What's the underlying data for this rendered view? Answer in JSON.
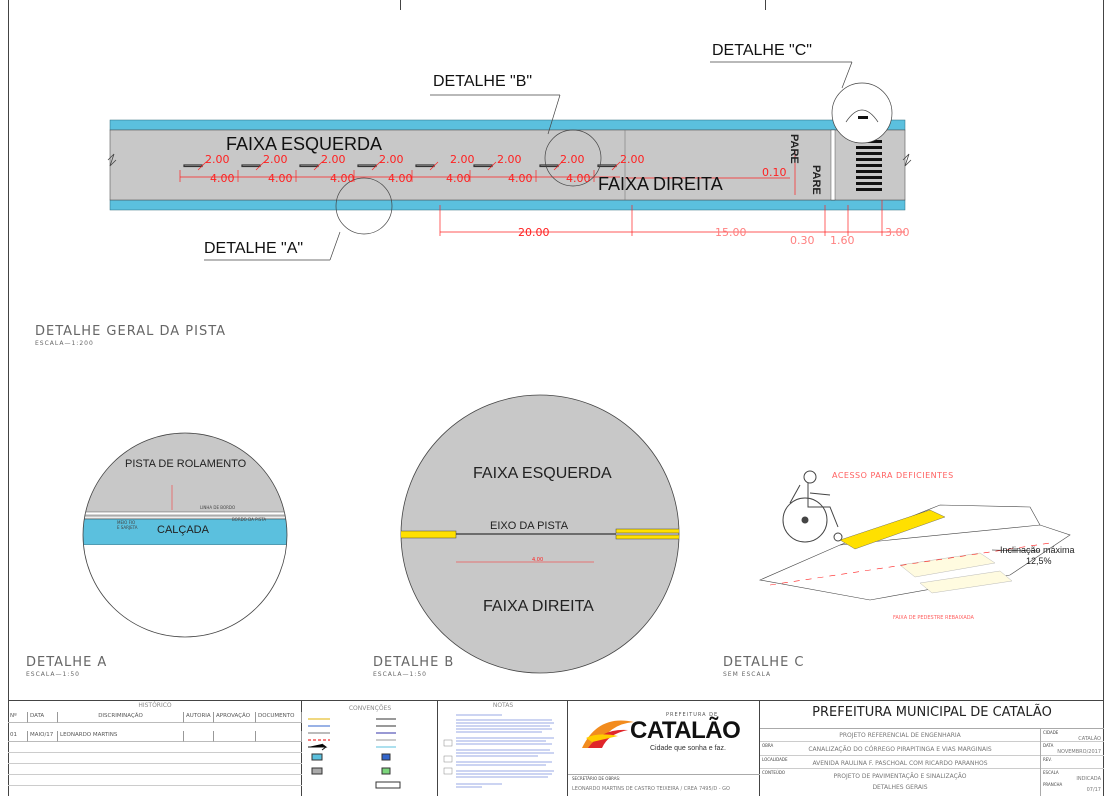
{
  "overview": {
    "faixa_esquerda": "FAIXA ESQUERDA",
    "faixa_direita": "FAIXA DIREITA",
    "pare": "PARE",
    "detalhe_a_callout": "DETALHE \"A\"",
    "detalhe_b_callout": "DETALHE \"B\"",
    "detalhe_c_callout": "DETALHE \"C\"",
    "dim_2": "2.00",
    "dim_4": "4.00",
    "dim_010": "0.10",
    "dim_20": "20.00",
    "dim_15": "15.00",
    "dim_030": "0.30",
    "dim_160": "1.60",
    "dim_300": "3.00",
    "title": "DETALHE GERAL DA PISTA",
    "scale": "ESCALA—1:200"
  },
  "detail_a": {
    "pista": "PISTA DE ROLAMENTO",
    "calcada": "CALÇADA",
    "linha_bordo": "LINHA DE BORDO",
    "bordo_pista": "BORDO DA PISTA",
    "meio_fio": "MEIO FIO\nE SARJETA",
    "title": "DETALHE A",
    "scale": "ESCALA—1:50"
  },
  "detail_b": {
    "faixa_esquerda": "FAIXA ESQUERDA",
    "eixo": "EIXO DA PISTA",
    "faixa_direita": "FAIXA DIREITA",
    "dim": "4.00",
    "title": "DETALHE B",
    "scale": "ESCALA—1:50"
  },
  "detail_c": {
    "acesso": "ACESSO PARA DEFICIENTES",
    "inclinacao": "Inclinação máxima",
    "inclinacao_val": "12,5%",
    "faixa_pedestre": "FAIXA DE PEDESTRE REBAIXADA",
    "title": "DETALHE C",
    "scale": "SEM ESCALA"
  },
  "titleblock": {
    "historico": "HISTÓRICO",
    "cols": [
      "Nº",
      "DATA",
      "DISCRIMINAÇÃO",
      "AUTORIA",
      "APROVAÇÃO",
      "DOCUMENTO"
    ],
    "row1": [
      "01",
      "MAIO/17",
      "LEONARDO MARTINS",
      "",
      "",
      ""
    ],
    "convencoes": "CONVENÇÕES",
    "notas": "NOTAS",
    "logo_small": "PREFEITURA DE",
    "logo_big": "CATALÃO",
    "slogan": "Cidade que sonha e faz.",
    "responsavel_label": "SECRETÁRIO DE OBRAS:",
    "responsavel": "LEONARDO MARTINS DE CASTRO TEIXEIRA / CREA 7495/D - GO",
    "prefeitura": "PREFEITURA MUNICIPAL DE CATALÃO",
    "projeto_ref": "PROJETO REFERENCIAL DE ENGENHARIA",
    "obra": "CANALIZAÇÃO DO CÓRREGO PIRAPITINGA E VIAS MARGINAIS",
    "localidade": "AVENIDA RAULINA F. PASCHOAL COM RICARDO PARANHOS",
    "conteudo": "PROJETO DE PAVIMENTAÇÃO E SINALIZAÇÃO",
    "detalhes": "DETALHES GERAIS",
    "cidade": "CATALÃO",
    "data": "NOVEMBRO/2017",
    "escala": "INDICADA",
    "prancha": "07/17",
    "lbl_obra": "OBRA",
    "lbl_localidade": "LOCALIDADE",
    "lbl_conteudo": "CONTEÚDO",
    "lbl_cidade": "CIDADE",
    "lbl_data": "DATA",
    "lbl_rev": "REV.",
    "lbl_escala": "ESCALA",
    "lbl_prancha": "PRANCHA"
  },
  "colors": {
    "road": "#c8c8c8",
    "sidewalk": "#5bc0de",
    "dimension": "#ff2020",
    "yellow": "#ffe000"
  }
}
